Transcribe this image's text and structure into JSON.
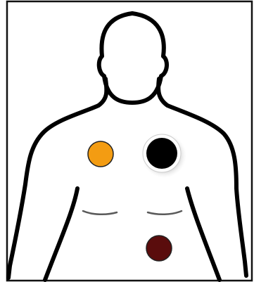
{
  "diagram": {
    "subject": "torso-outline",
    "background_color": "#ffffff",
    "frame_color": "#111111",
    "outline_color": "#000000",
    "contour_color": "#5a5a5a",
    "markers": [
      {
        "id": "marker-upper-left",
        "color": "#f39c12",
        "shadow": false
      },
      {
        "id": "marker-upper-right",
        "color": "#000000",
        "shadow": true
      },
      {
        "id": "marker-lower",
        "color": "#5a0c0c",
        "shadow": false
      }
    ]
  }
}
